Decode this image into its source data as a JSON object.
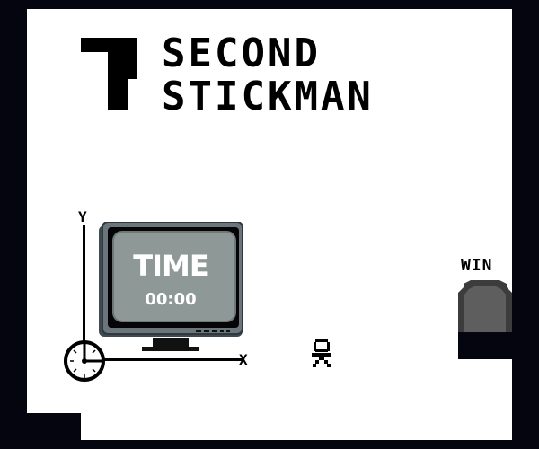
{
  "game": {
    "title_number": "7",
    "title_line1": "SECOND",
    "title_line2": "STICKMAN"
  },
  "tv": {
    "label": "TIME",
    "timer": "00:00"
  },
  "axes": {
    "y_label": "Y",
    "x_label": "X"
  },
  "goal": {
    "label": "WIN"
  },
  "colors": {
    "frame": "#05050f",
    "background": "#ffffff",
    "tv_body": "#5e6a70",
    "tv_screen": "#8e9896",
    "door": "#5a5a5a"
  }
}
